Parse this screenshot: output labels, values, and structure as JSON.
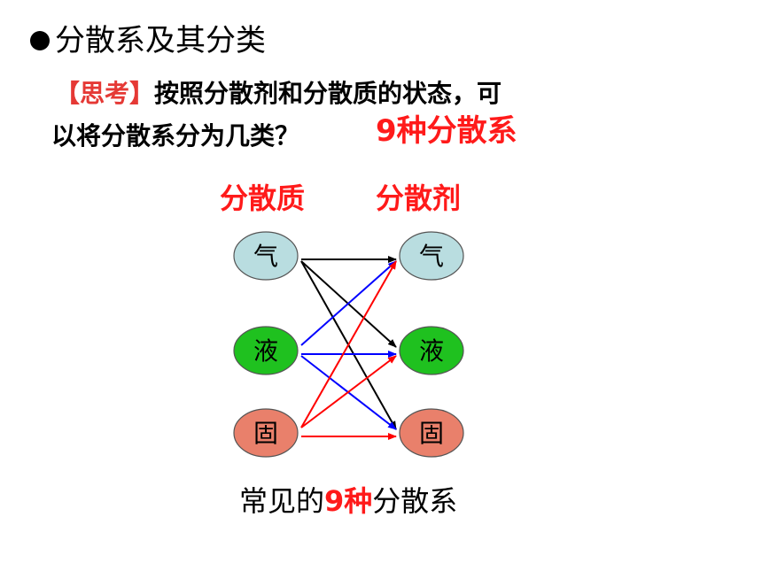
{
  "heading": {
    "text": "分散系及其分类"
  },
  "question": {
    "tag": "【思考】",
    "line1": "按照分散剂和分散质的状态，可",
    "line2": "以将分散系分为几类？"
  },
  "answer": "9种分散系",
  "columns": {
    "left": "分散质",
    "right": "分散剂"
  },
  "nodes": {
    "left": [
      {
        "id": "L-gas",
        "label": "气",
        "fill": "#b9dde0"
      },
      {
        "id": "L-liquid",
        "label": "液",
        "fill": "#1fc11f"
      },
      {
        "id": "L-solid",
        "label": "固",
        "fill": "#e9806b"
      }
    ],
    "right": [
      {
        "id": "R-gas",
        "label": "气",
        "fill": "#b9dde0"
      },
      {
        "id": "R-liquid",
        "label": "液",
        "fill": "#1fc11f"
      },
      {
        "id": "R-solid",
        "label": "固",
        "fill": "#e9806b"
      }
    ]
  },
  "edges": [
    {
      "from": "L-gas",
      "to": "R-gas",
      "color": "#000000"
    },
    {
      "from": "L-gas",
      "to": "R-liquid",
      "color": "#000000"
    },
    {
      "from": "L-gas",
      "to": "R-solid",
      "color": "#000000"
    },
    {
      "from": "L-liquid",
      "to": "R-gas",
      "color": "#0000ff"
    },
    {
      "from": "L-liquid",
      "to": "R-liquid",
      "color": "#0000ff"
    },
    {
      "from": "L-liquid",
      "to": "R-solid",
      "color": "#0000ff"
    },
    {
      "from": "L-solid",
      "to": "R-gas",
      "color": "#ff0000"
    },
    {
      "from": "L-solid",
      "to": "R-liquid",
      "color": "#ff0000"
    },
    {
      "from": "L-solid",
      "to": "R-solid",
      "color": "#ff0000"
    }
  ],
  "caption": {
    "pre": "常见的",
    "highlight": "9种",
    "post": "分散系"
  }
}
